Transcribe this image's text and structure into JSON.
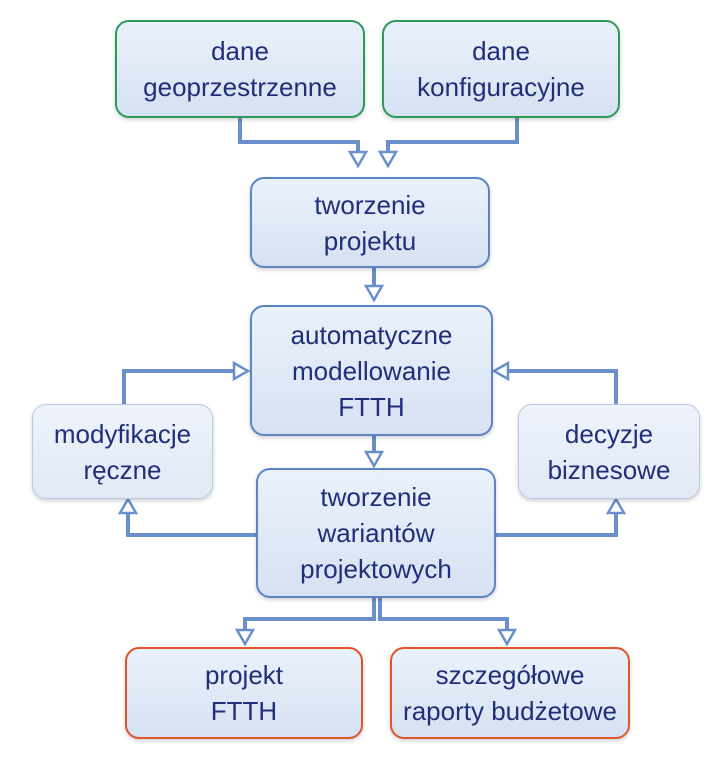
{
  "nodes": {
    "dane_geo": [
      "dane",
      "geoprzestrzenne"
    ],
    "dane_konf": [
      "dane",
      "konfiguracyjne"
    ],
    "tworzenie_projektu": [
      "tworzenie",
      "projektu"
    ],
    "automatyczne": [
      "automatyczne",
      "modellowanie",
      "FTTH"
    ],
    "modyfikacje": [
      "modyfikacje",
      "ręczne"
    ],
    "decyzje": [
      "decyzje",
      "biznesowe"
    ],
    "warianty": [
      "tworzenie",
      "wariantów",
      "projektowych"
    ],
    "projekt_ftth": [
      "projekt",
      "FTTH"
    ],
    "raporty": [
      "szczegółowe",
      "raporty budżetowe"
    ]
  },
  "colors": {
    "connector": "#6a8fca",
    "text": "#1f2f7a",
    "input_border": "#2e9a5a",
    "output_border": "#e0552a",
    "process_border": "#5b84c4"
  }
}
